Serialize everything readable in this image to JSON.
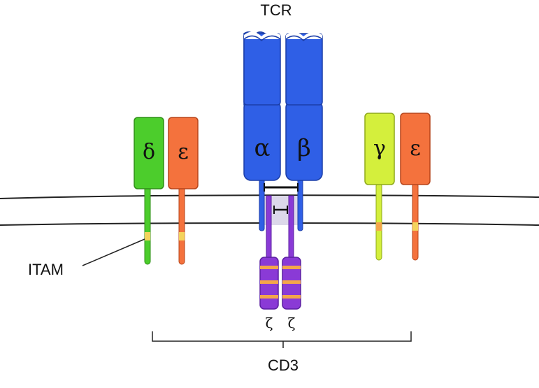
{
  "labels": {
    "tcr": "TCR",
    "itam": "ITAM",
    "cd3": "CD3"
  },
  "chains": {
    "alpha": "α",
    "beta": "β",
    "delta": "δ",
    "epsilon_left": "ε",
    "gamma": "γ",
    "epsilon_right": "ε",
    "zeta_left": "ζ",
    "zeta_right": "ζ"
  },
  "colors": {
    "tcr_blue": "#2f5fe6",
    "delta_green": "#4ccd2c",
    "epsilon_orange": "#f4723d",
    "gamma_yellow": "#d4ef3c",
    "zeta_purple": "#8a3ad6",
    "itam_yellow": "#f4d35c",
    "membrane_line": "#222222"
  }
}
